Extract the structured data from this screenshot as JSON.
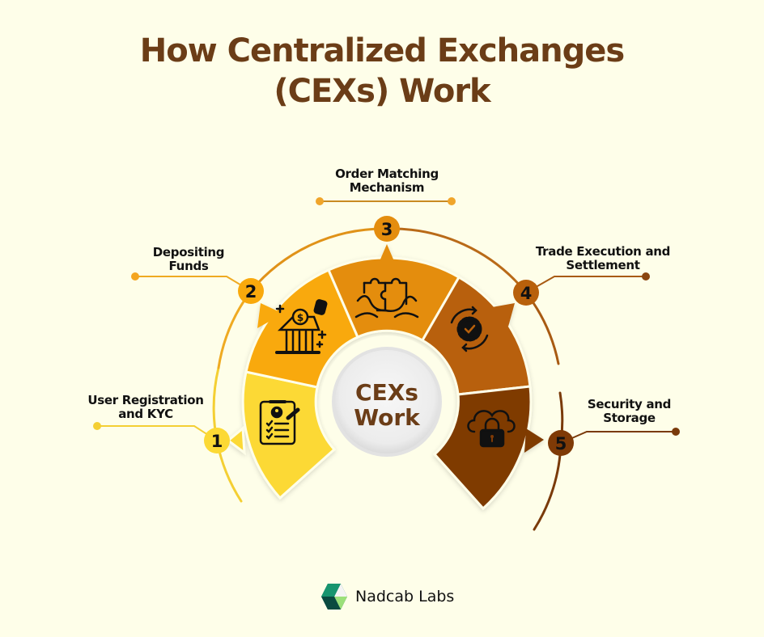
{
  "title": {
    "line1": "How Centralized Exchanges",
    "line2": "(CEXs) Work"
  },
  "center": {
    "line1": "CEXs",
    "line2": "Work"
  },
  "steps": [
    {
      "number": "1",
      "label_line1": "User Registration",
      "label_line2": "and KYC",
      "icon": "clipboard-user-checklist-icon",
      "color": "#fcd934"
    },
    {
      "number": "2",
      "label_line1": "Depositing",
      "label_line2": "Funds",
      "icon": "bank-deposit-coin-icon",
      "color": "#f9a90c"
    },
    {
      "number": "3",
      "label_line1": "Order Matching",
      "label_line2": "Mechanism",
      "icon": "puzzle-hands-icon",
      "color": "#e48d0e"
    },
    {
      "number": "4",
      "label_line1": "Trade Execution and",
      "label_line2": "Settlement",
      "icon": "gear-check-cycle-icon",
      "color": "#b8600b"
    },
    {
      "number": "5",
      "label_line1": "Security and",
      "label_line2": "Storage",
      "icon": "cloud-lock-icon",
      "color": "#7f3a06"
    }
  ],
  "brand": {
    "name": "Nadcab Labs"
  },
  "colors": {
    "background": "#fefee9",
    "title": "#6b3d17",
    "center_disc": "#f1f1f1"
  }
}
